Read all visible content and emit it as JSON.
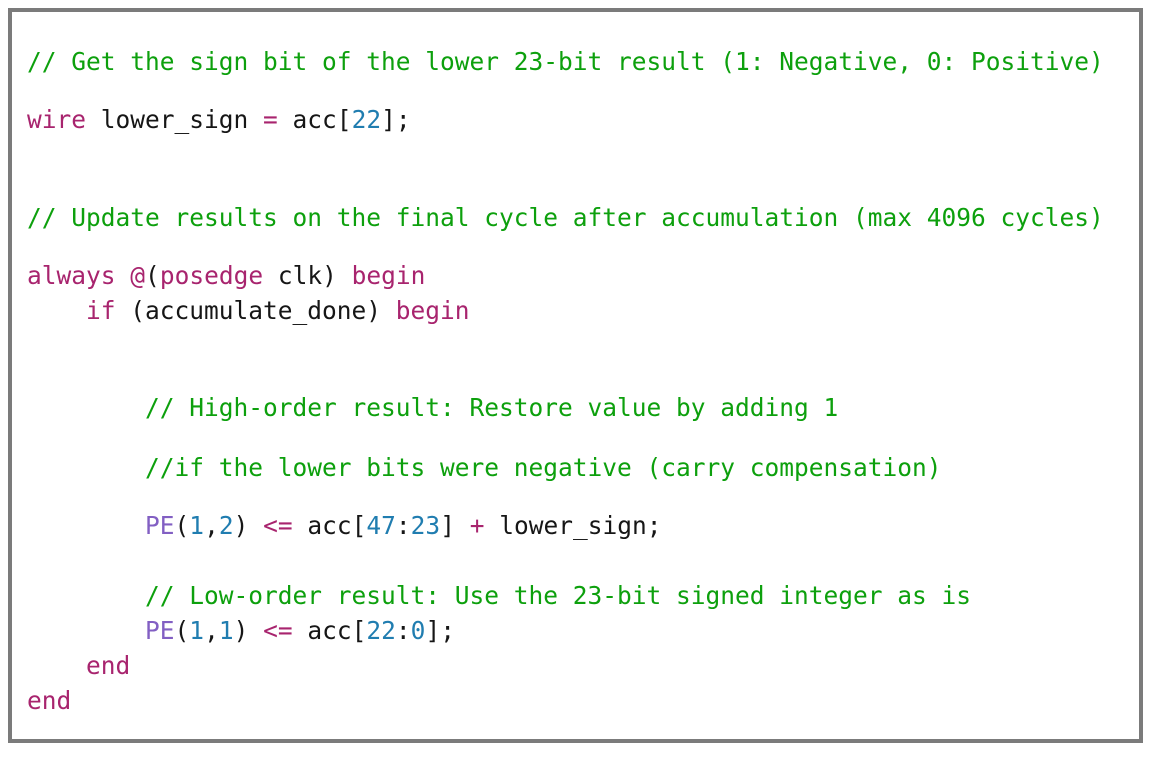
{
  "colors": {
    "background": "#ffffff",
    "border": "#7b7b7b",
    "comment": "#0da00d",
    "keyword": "#a8246e",
    "operator": "#a8246e",
    "number": "#207db0",
    "function": "#825fc3",
    "plain": "#161616"
  },
  "code": {
    "lines": [
      [
        {
          "t": "comment",
          "s": "// Get the sign bit of the lower 23-bit result (1: Negative, 0: Positive)"
        }
      ],
      [
        {
          "t": "keyword",
          "s": "wire"
        },
        {
          "t": "plain",
          "s": " lower_sign "
        },
        {
          "t": "operator",
          "s": "="
        },
        {
          "t": "plain",
          "s": " acc["
        },
        {
          "t": "number",
          "s": "22"
        },
        {
          "t": "plain",
          "s": "];"
        }
      ],
      [
        {
          "t": "comment",
          "s": "// Update results on the final cycle after accumulation (max 4096 cycles)"
        }
      ],
      [
        {
          "t": "keyword",
          "s": "always"
        },
        {
          "t": "plain",
          "s": " "
        },
        {
          "t": "operator",
          "s": "@"
        },
        {
          "t": "plain",
          "s": "("
        },
        {
          "t": "keyword",
          "s": "posedge"
        },
        {
          "t": "plain",
          "s": " clk) "
        },
        {
          "t": "keyword",
          "s": "begin"
        }
      ],
      [
        {
          "t": "plain",
          "s": "    "
        },
        {
          "t": "keyword",
          "s": "if"
        },
        {
          "t": "plain",
          "s": " (accumulate_done) "
        },
        {
          "t": "keyword",
          "s": "begin"
        }
      ],
      [
        {
          "t": "plain",
          "s": "        "
        },
        {
          "t": "comment",
          "s": "// High-order result: Restore value by adding 1"
        }
      ],
      [
        {
          "t": "plain",
          "s": "        "
        },
        {
          "t": "comment",
          "s": "//if the lower bits were negative (carry compensation)"
        }
      ],
      [
        {
          "t": "plain",
          "s": "        "
        },
        {
          "t": "function",
          "s": "PE"
        },
        {
          "t": "plain",
          "s": "("
        },
        {
          "t": "number",
          "s": "1"
        },
        {
          "t": "plain",
          "s": ","
        },
        {
          "t": "number",
          "s": "2"
        },
        {
          "t": "plain",
          "s": ") "
        },
        {
          "t": "operator",
          "s": "<="
        },
        {
          "t": "plain",
          "s": " acc["
        },
        {
          "t": "number",
          "s": "47"
        },
        {
          "t": "plain",
          "s": ":"
        },
        {
          "t": "number",
          "s": "23"
        },
        {
          "t": "plain",
          "s": "] "
        },
        {
          "t": "operator",
          "s": "+"
        },
        {
          "t": "plain",
          "s": " lower_sign;"
        }
      ],
      [
        {
          "t": "plain",
          "s": "        "
        },
        {
          "t": "comment",
          "s": "// Low-order result: Use the 23-bit signed integer as is"
        }
      ],
      [
        {
          "t": "plain",
          "s": "        "
        },
        {
          "t": "function",
          "s": "PE"
        },
        {
          "t": "plain",
          "s": "("
        },
        {
          "t": "number",
          "s": "1"
        },
        {
          "t": "plain",
          "s": ","
        },
        {
          "t": "number",
          "s": "1"
        },
        {
          "t": "plain",
          "s": ") "
        },
        {
          "t": "operator",
          "s": "<="
        },
        {
          "t": "plain",
          "s": " acc["
        },
        {
          "t": "number",
          "s": "22"
        },
        {
          "t": "plain",
          "s": ":"
        },
        {
          "t": "number",
          "s": "0"
        },
        {
          "t": "plain",
          "s": "];"
        }
      ],
      [
        {
          "t": "plain",
          "s": "    "
        },
        {
          "t": "keyword",
          "s": "end"
        }
      ],
      [
        {
          "t": "keyword",
          "s": "end"
        }
      ]
    ]
  }
}
